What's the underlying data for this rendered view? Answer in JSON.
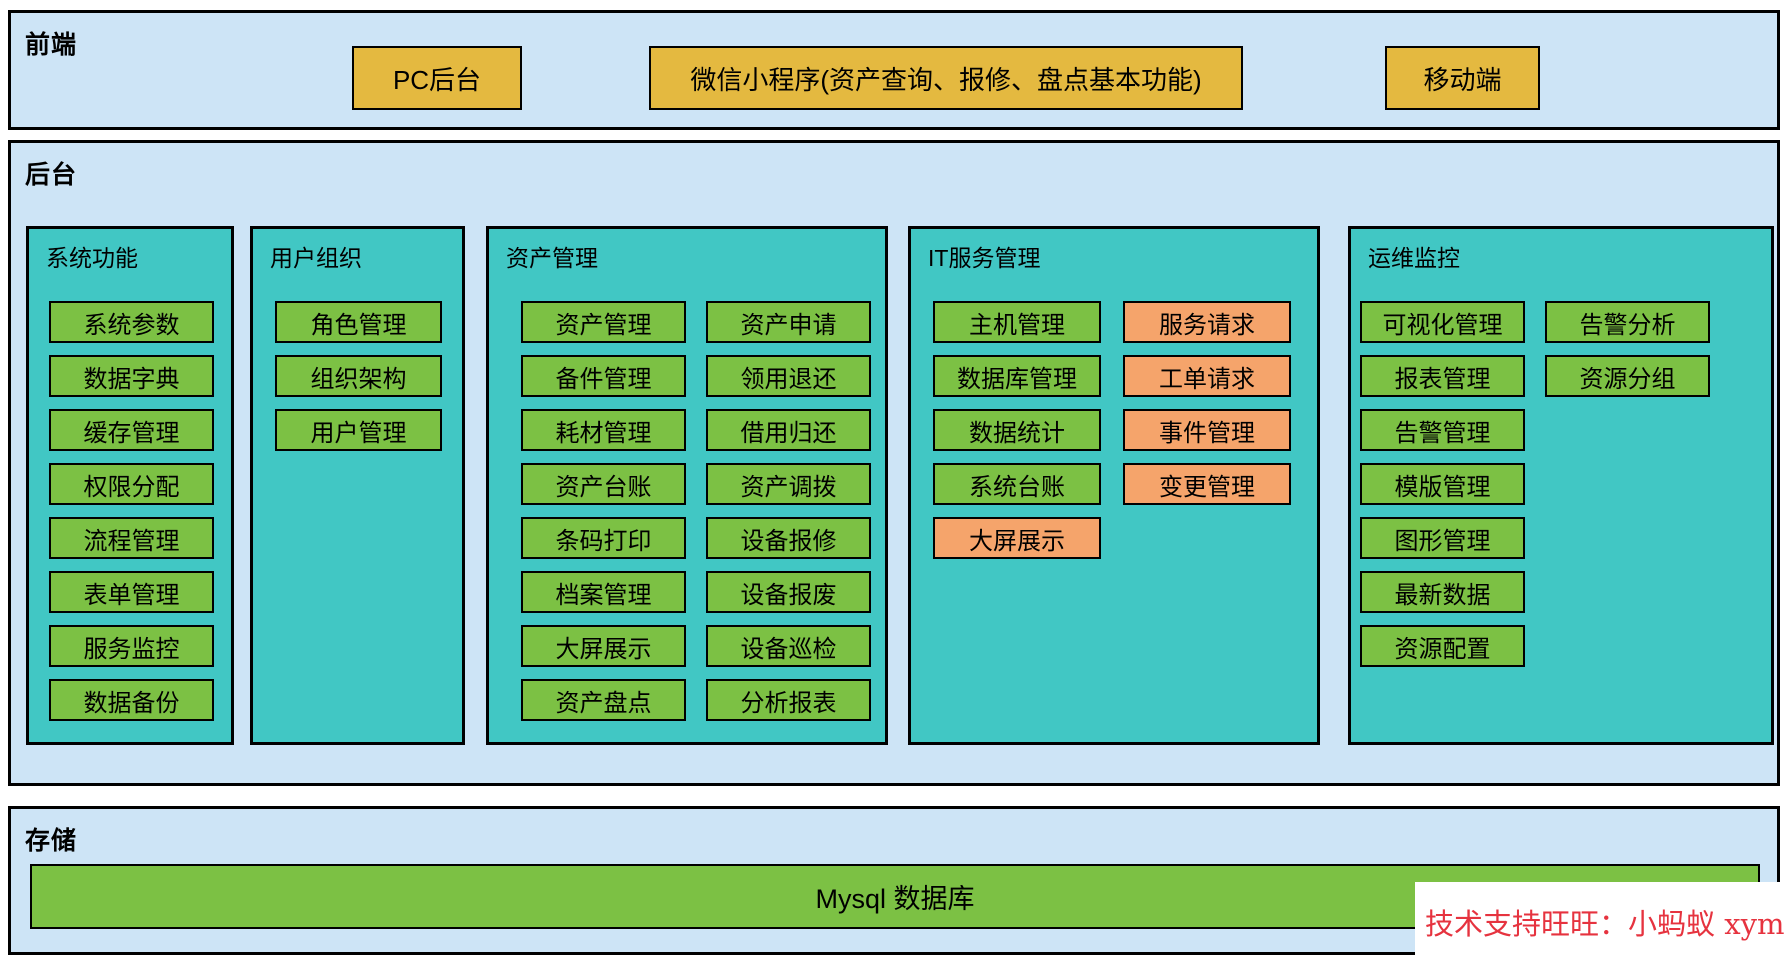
{
  "colors": {
    "section_bg": "#cde4f6",
    "teal": "#41c7c4",
    "green": "#7cc144",
    "orange": "#f5a46b",
    "yellow": "#e4b940",
    "watermark_red": "#e6333f"
  },
  "frontend": {
    "title": "前端",
    "boxes": [
      "PC后台",
      "微信小程序(资产查询、报修、盘点基本功能)",
      "移动端"
    ]
  },
  "backend": {
    "title": "后台",
    "panels": [
      {
        "title": "系统功能",
        "columns": [
          [
            {
              "label": "系统参数",
              "type": "green"
            },
            {
              "label": "数据字典",
              "type": "green"
            },
            {
              "label": "缓存管理",
              "type": "green"
            },
            {
              "label": "权限分配",
              "type": "green"
            },
            {
              "label": "流程管理",
              "type": "green"
            },
            {
              "label": "表单管理",
              "type": "green"
            },
            {
              "label": "服务监控",
              "type": "green"
            },
            {
              "label": "数据备份",
              "type": "green"
            }
          ]
        ]
      },
      {
        "title": "用户组织",
        "columns": [
          [
            {
              "label": "角色管理",
              "type": "green"
            },
            {
              "label": "组织架构",
              "type": "green"
            },
            {
              "label": "用户管理",
              "type": "green"
            }
          ]
        ]
      },
      {
        "title": "资产管理",
        "columns": [
          [
            {
              "label": "资产管理",
              "type": "green"
            },
            {
              "label": "备件管理",
              "type": "green"
            },
            {
              "label": "耗材管理",
              "type": "green"
            },
            {
              "label": "资产台账",
              "type": "green"
            },
            {
              "label": "条码打印",
              "type": "green"
            },
            {
              "label": "档案管理",
              "type": "green"
            },
            {
              "label": "大屏展示",
              "type": "green"
            },
            {
              "label": "资产盘点",
              "type": "green"
            }
          ],
          [
            {
              "label": "资产申请",
              "type": "green"
            },
            {
              "label": "领用退还",
              "type": "green"
            },
            {
              "label": "借用归还",
              "type": "green"
            },
            {
              "label": "资产调拨",
              "type": "green"
            },
            {
              "label": "设备报修",
              "type": "green"
            },
            {
              "label": "设备报废",
              "type": "green"
            },
            {
              "label": "设备巡检",
              "type": "green"
            },
            {
              "label": "分析报表",
              "type": "green"
            }
          ]
        ]
      },
      {
        "title": "IT服务管理",
        "columns": [
          [
            {
              "label": "主机管理",
              "type": "green"
            },
            {
              "label": "数据库管理",
              "type": "green"
            },
            {
              "label": "数据统计",
              "type": "green"
            },
            {
              "label": "系统台账",
              "type": "green"
            },
            {
              "label": "大屏展示",
              "type": "orange"
            }
          ],
          [
            {
              "label": "服务请求",
              "type": "orange"
            },
            {
              "label": "工单请求",
              "type": "orange"
            },
            {
              "label": "事件管理",
              "type": "orange"
            },
            {
              "label": "变更管理",
              "type": "orange"
            }
          ]
        ]
      },
      {
        "title": "运维监控",
        "columns": [
          [
            {
              "label": "可视化管理",
              "type": "green"
            },
            {
              "label": "报表管理",
              "type": "green"
            },
            {
              "label": "告警管理",
              "type": "green"
            },
            {
              "label": "模版管理",
              "type": "green"
            },
            {
              "label": "图形管理",
              "type": "green"
            },
            {
              "label": "最新数据",
              "type": "green"
            },
            {
              "label": "资源配置",
              "type": "green"
            }
          ],
          [
            {
              "label": "告警分析",
              "type": "green"
            },
            {
              "label": "资源分组",
              "type": "green"
            }
          ]
        ]
      }
    ]
  },
  "storage": {
    "title": "存储",
    "database": "Mysql 数据库"
  },
  "watermark": {
    "text": "技术支持旺旺：小蚂蚁 xym"
  }
}
